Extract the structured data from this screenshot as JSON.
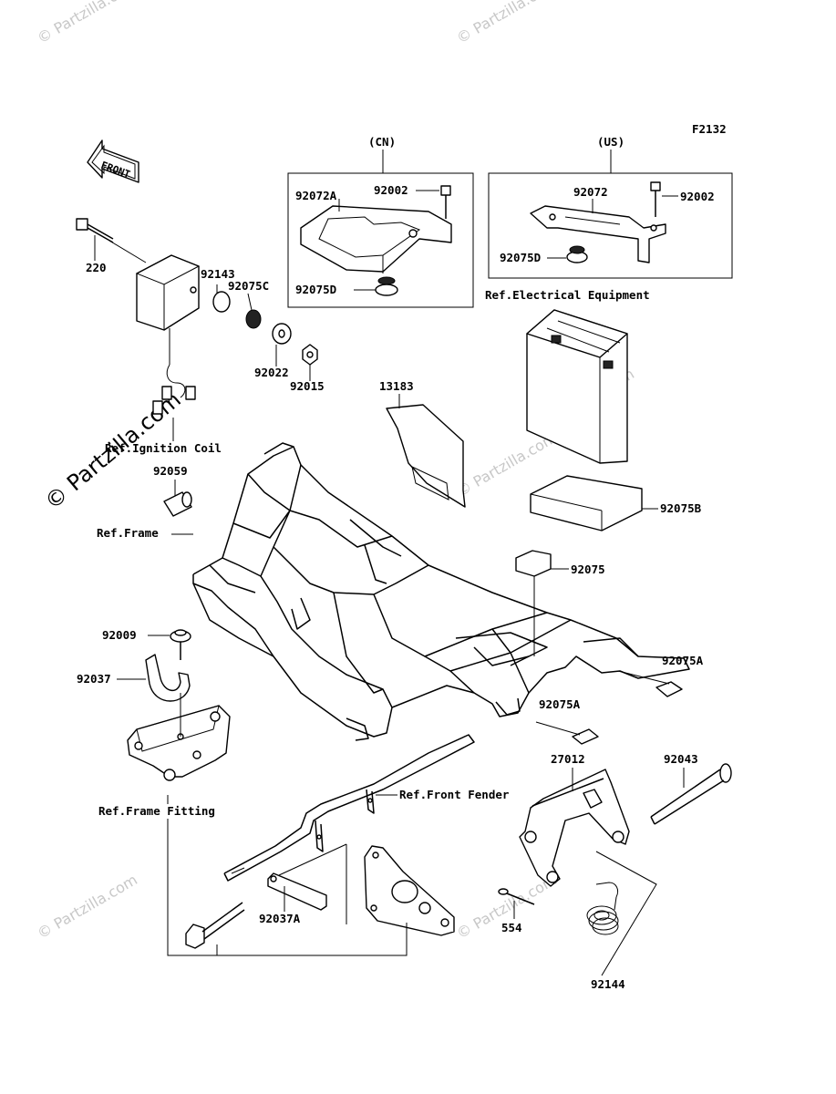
{
  "figure_id": "F2132",
  "watermark": {
    "text": "© Partzilla.com",
    "main_text": "© Partzilla.com"
  },
  "front_arrow": {
    "label": "FRONT",
    "icon": "front-arrow-icon"
  },
  "boxes": {
    "cn": {
      "title": "(CN)"
    },
    "us": {
      "title": "(US)"
    }
  },
  "refs": {
    "electrical_equipment": "Ref.Electrical Equipment",
    "ignition_coil": "Ref.Ignition Coil",
    "frame": "Ref.Frame",
    "front_fender": "Ref.Front Fender",
    "frame_fitting": "Ref.Frame Fitting"
  },
  "parts": {
    "p220": "220",
    "p92143": "92143",
    "p92075C": "92075C",
    "p92022": "92022",
    "p92015": "92015",
    "p92072A": "92072A",
    "p92002_cn": "92002",
    "p92075D_cn": "92075D",
    "p92072": "92072",
    "p92002_us": "92002",
    "p92075D_us": "92075D",
    "p13183": "13183",
    "p92059": "92059",
    "p92075B": "92075B",
    "p92075": "92075",
    "p92075A_1": "92075A",
    "p92075A_2": "92075A",
    "p92009": "92009",
    "p92037": "92037",
    "p27012": "27012",
    "p92043": "92043",
    "p554": "554",
    "p92144": "92144",
    "p92037A": "92037A"
  }
}
